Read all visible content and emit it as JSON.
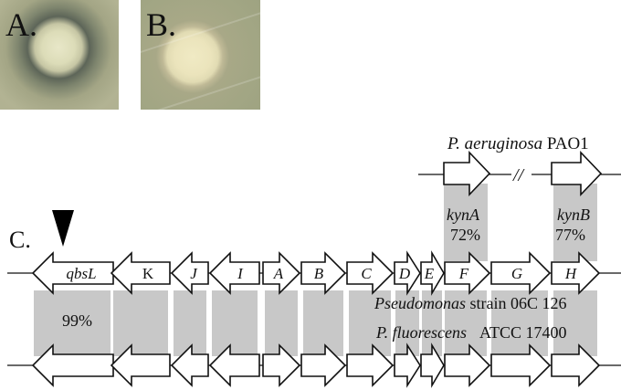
{
  "panel_a": {
    "label": "A."
  },
  "panel_b": {
    "label": "B."
  },
  "panel_c": {
    "label": "C.",
    "top_strain": {
      "genus": "P. aeruginosa",
      "strain": "PAO1"
    },
    "break_mark": "//",
    "homologs": [
      {
        "gene": "kynA",
        "identity": "72%"
      },
      {
        "gene": "kynB",
        "identity": "77%"
      }
    ],
    "mid_genes": [
      "qbsL",
      "K",
      "J",
      "I",
      "A",
      "B",
      "C",
      "D",
      "E",
      "F",
      "G",
      "H"
    ],
    "mid_strain": {
      "genus": "Pseudomonas",
      "strain": "strain 06C 126"
    },
    "qbsL_identity": "99%",
    "bottom_strain": {
      "genus": "P. fluorescens",
      "strain": "ATCC 17400"
    },
    "colors": {
      "shade": "#c8c8c8",
      "arrow_fill": "#ffffff",
      "stroke": "#111111"
    }
  }
}
